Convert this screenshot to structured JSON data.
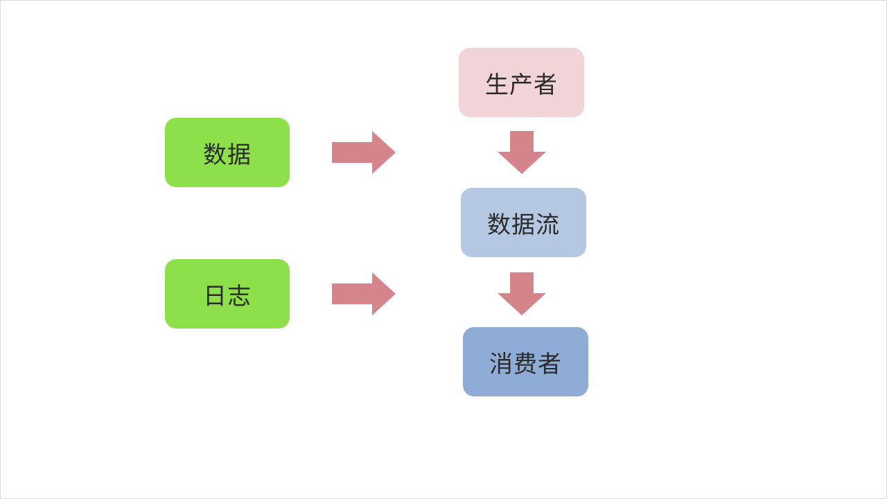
{
  "nodes": {
    "data": {
      "label": "数据",
      "color": "#8ee04a"
    },
    "log": {
      "label": "日志",
      "color": "#8ee04a"
    },
    "producer": {
      "label": "生产者",
      "color": "#f2d4d8"
    },
    "stream": {
      "label": "数据流",
      "color": "#b5c8e2"
    },
    "consumer": {
      "label": "消费者",
      "color": "#8eacd6"
    }
  },
  "arrow_color": "#d4848a"
}
